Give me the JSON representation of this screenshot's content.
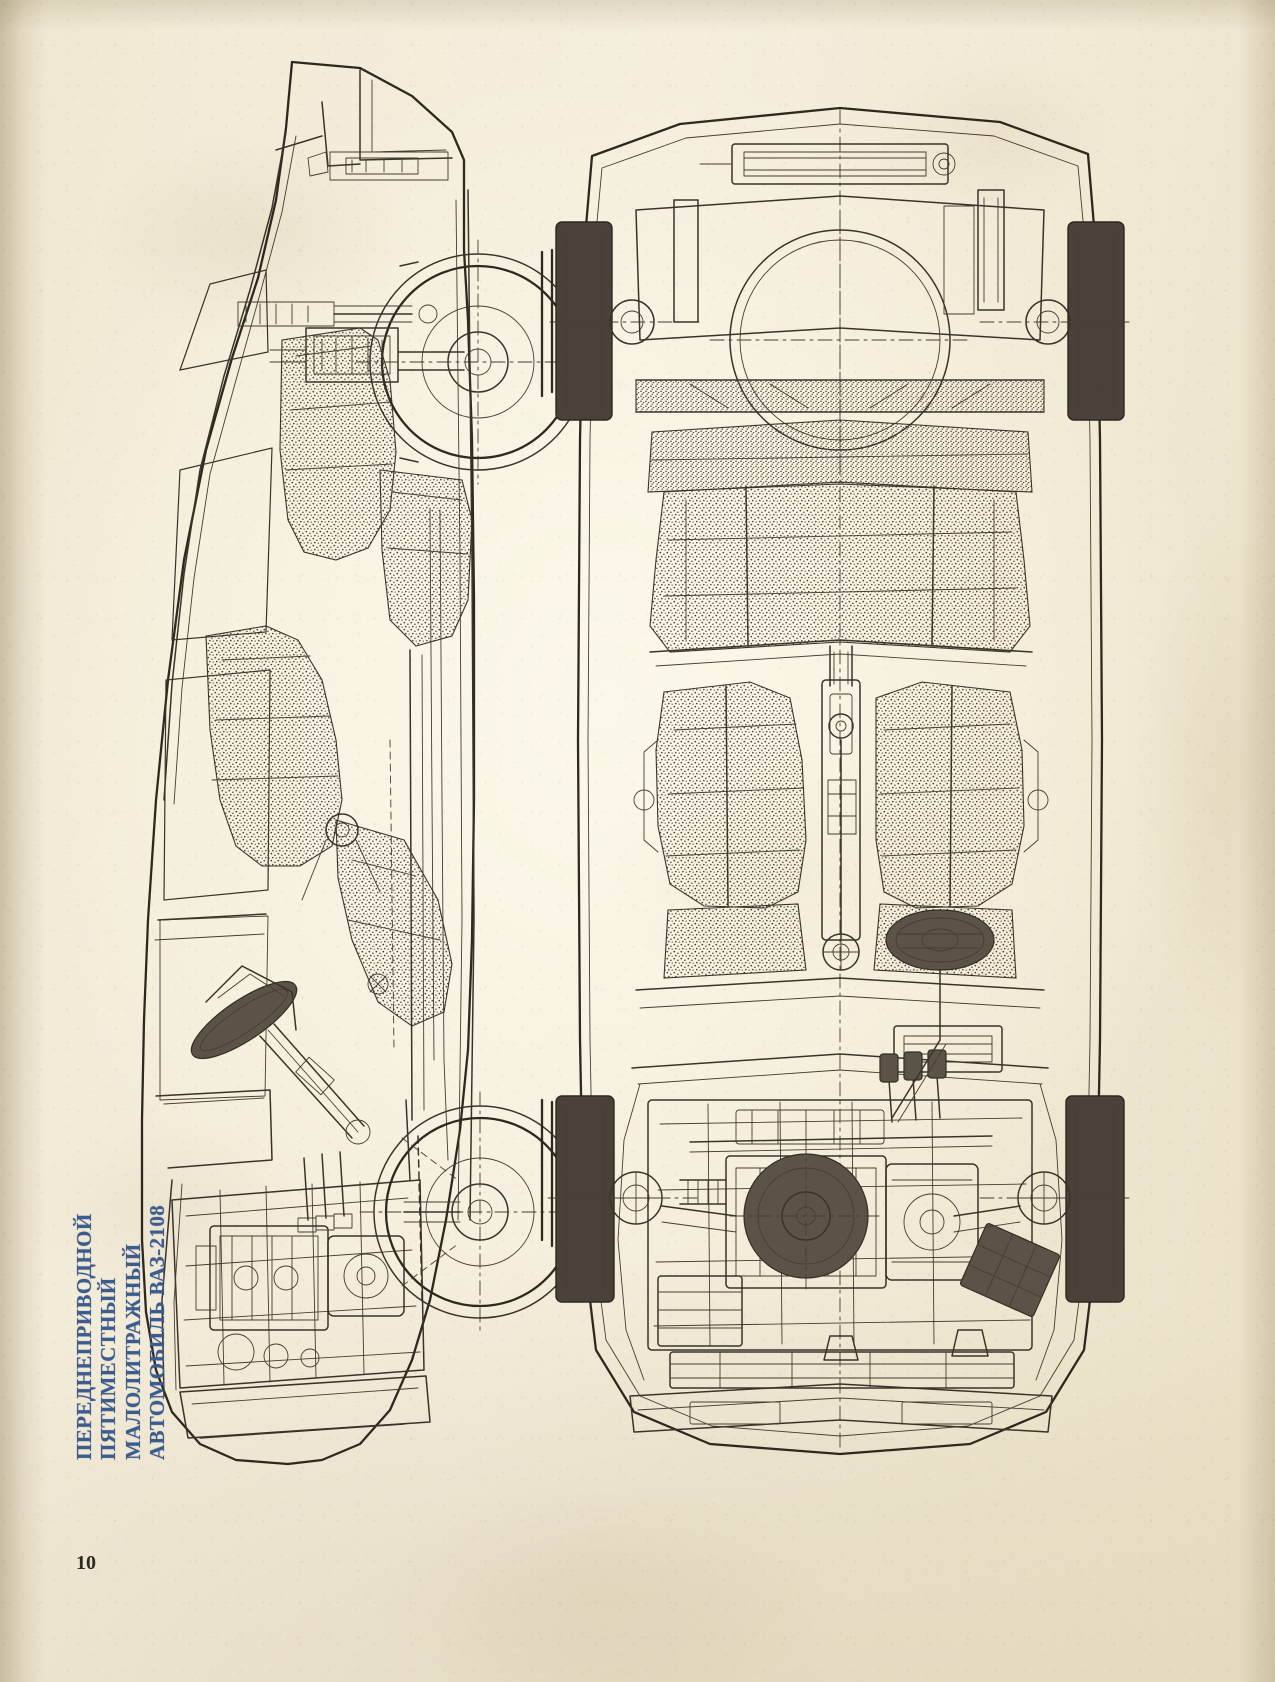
{
  "page": {
    "number": "10",
    "paper_color": "#f2ead6",
    "ink_color": "#3a332a",
    "caption_color": "#3c5c8e"
  },
  "caption": {
    "lines": [
      "ПЕРЕДНЕПРИВОДНОЙ",
      "ПЯТИМЕСТНЫЙ",
      "МАЛОЛИТРАЖНЫЙ",
      "АВТОМОБИЛЬ  ВАЗ-2108"
    ],
    "line_1": "ПЕРЕДНЕПРИВОДНОЙ",
    "line_2": "ПЯТИМЕСТНЫЙ",
    "line_3": "МАЛОЛИТРАЖНЫЙ",
    "line_4": "АВТОМОБИЛЬ  ВАЗ-2108",
    "orientation": "rotated-90-ccw"
  },
  "figures": [
    {
      "name": "side-view-cutaway",
      "description": "Longitudinal cutaway side elevation of the car, printed rotated 90 degrees"
    },
    {
      "name": "plan-view-cutaway",
      "description": "Plan (top) cutaway view of the car, printed rotated 90 degrees"
    }
  ]
}
